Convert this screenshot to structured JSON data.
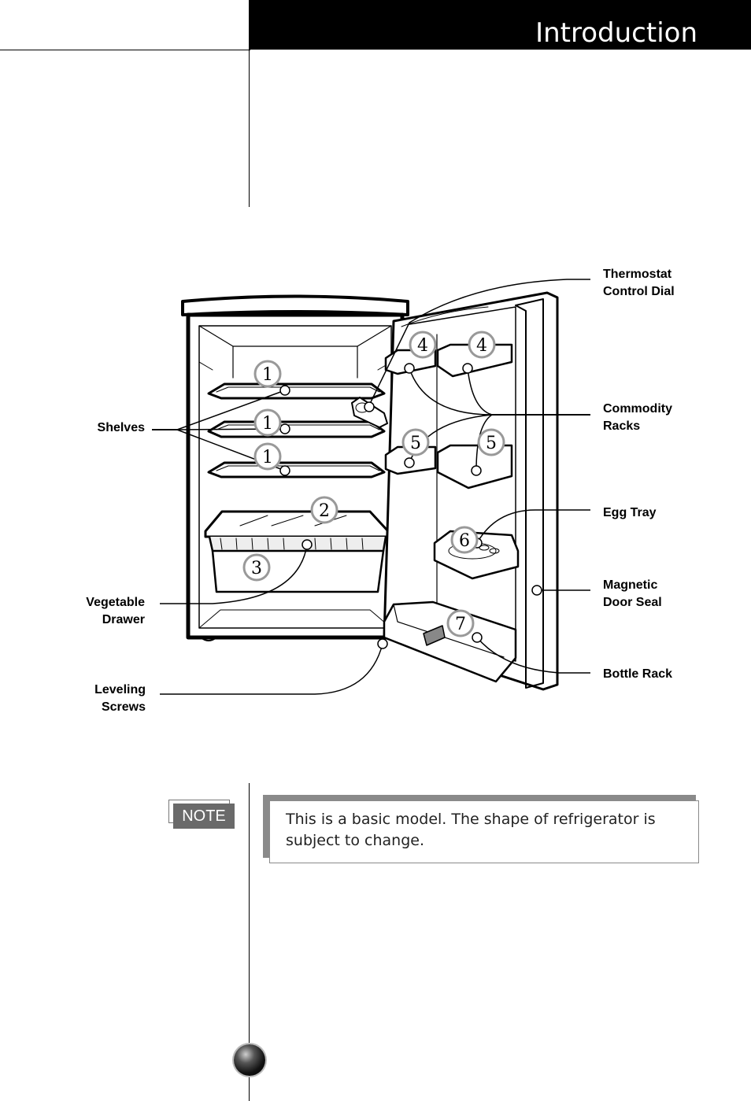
{
  "header": {
    "title": "Introduction"
  },
  "labels": {
    "thermostat": [
      "Thermostat",
      "Control Dial"
    ],
    "commodity": [
      "Commodity",
      "Racks"
    ],
    "egg_tray": [
      "Egg Tray"
    ],
    "magnetic": [
      "Magnetic",
      "Door Seal"
    ],
    "bottle_rack": [
      "Bottle Rack"
    ],
    "shelves": [
      "Shelves"
    ],
    "vegetable": [
      "Vegetable",
      "Drawer"
    ],
    "leveling": [
      "Leveling",
      "Screws"
    ]
  },
  "callouts": [
    "1",
    "1",
    "1",
    "2",
    "3",
    "4",
    "4",
    "5",
    "5",
    "6",
    "7"
  ],
  "note": {
    "badge": "NOTE",
    "text": "This is a basic model. The shape of refrigerator is subject to change."
  }
}
